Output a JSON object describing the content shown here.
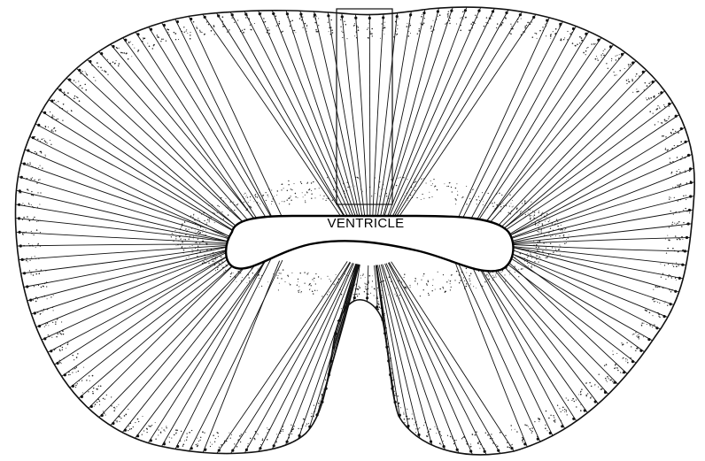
{
  "labels": {
    "ventricle": "VENTRICLE"
  },
  "colors": {
    "ink": "#111111",
    "stipple": "#222222",
    "background": "#ffffff"
  },
  "figure": {
    "type": "schematic cross-section of neural tube",
    "radial_fiber_count": 150,
    "has_highlight_box": true
  }
}
